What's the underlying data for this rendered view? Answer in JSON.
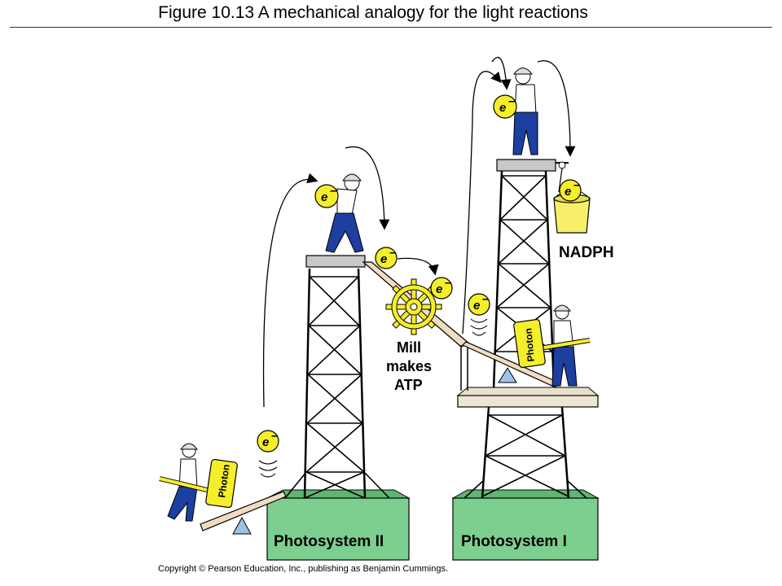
{
  "title": "Figure 10.13  A mechanical analogy for the light reactions",
  "labels": {
    "photosystem_2": "Photosystem II",
    "photosystem_1": "Photosystem I",
    "nadph": "NADPH",
    "mill": [
      "Mill",
      "makes",
      "ATP"
    ],
    "photon": "Photon",
    "electron": "e"
  },
  "copyright": "Copyright © Pearson Education, Inc., publishing as Benjamin Cummings.",
  "colors": {
    "base_green": "#7dcf8f",
    "photon_yellow": "#f5ee2a",
    "bucket_yellow": "#f7ef6a",
    "worker_blue": "#1c3fa0",
    "tower_gray": "#d0d0d0",
    "ramp_tan": "#f0dcc0",
    "triangle_blue": "#9cc3e3"
  }
}
